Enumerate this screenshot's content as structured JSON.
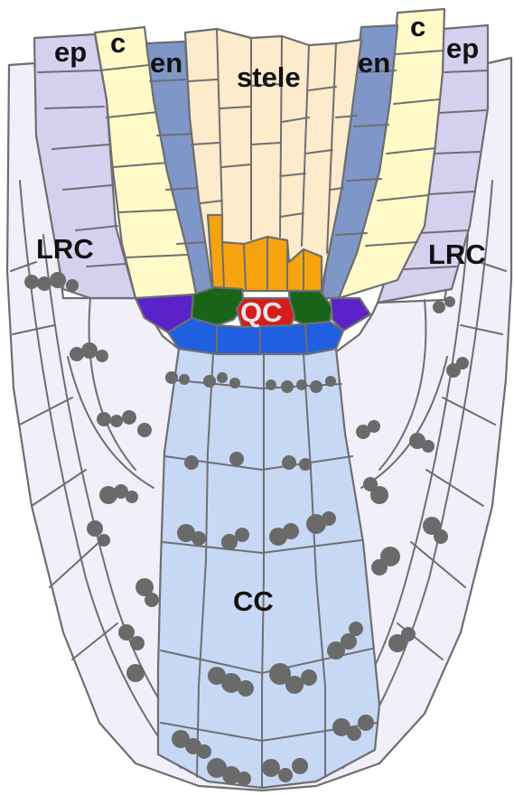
{
  "labels": {
    "ep_left": "ep",
    "c_left": "c",
    "en_left": "en",
    "stele": "stele",
    "en_right": "en",
    "c_right": "c",
    "ep_right": "ep",
    "lrc_left": "LRC",
    "lrc_right": "LRC",
    "qc": "QC",
    "cc": "CC"
  },
  "colors": {
    "epidermis": "#d4d0ee",
    "cortex": "#fffac8",
    "endodermis": "#7f97c8",
    "stele": "#fdebcb",
    "stele_initials": "#f5a40f",
    "qc": "#d81c1c",
    "cortex_endodermis_initials": "#186418",
    "epidermis_lrc_initials": "#5a22c8",
    "columella_initials": "#1f5fe0",
    "columella": "#c6d8f4",
    "lateral_root_cap": "#f1eff9",
    "amyloplast": "#6a6a6a"
  }
}
